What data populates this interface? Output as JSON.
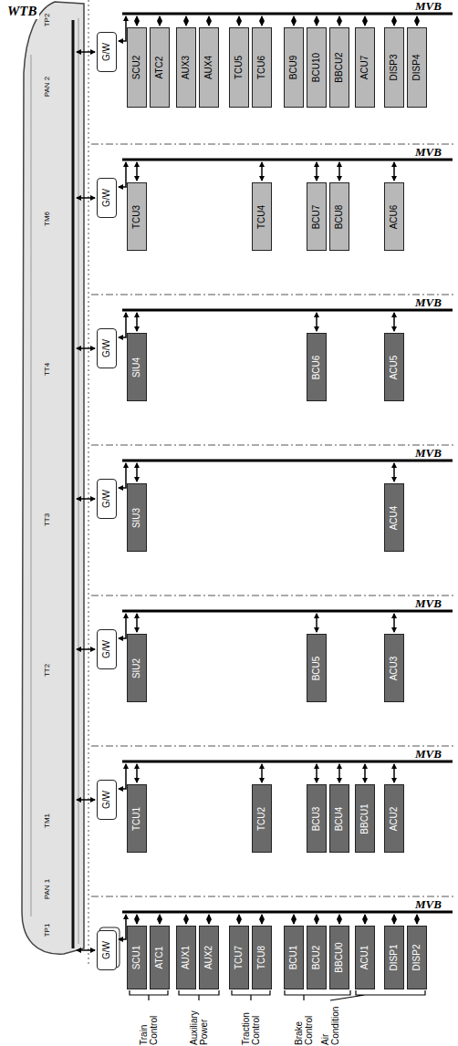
{
  "diagram": {
    "nodes": [
      {
        "text": [
          "G/W"
        ]
      },
      {
        "text": [
          "SCU2"
        ]
      },
      {
        "text": [
          "ATC2"
        ]
      },
      {
        "text": [
          "AUX3"
        ]
      },
      {
        "text": [
          "AUX4"
        ]
      },
      {
        "text": [
          "TCU5"
        ]
      },
      {
        "text": [
          "TCU6"
        ]
      },
      {
        "text": [
          "BCU9"
        ]
      },
      {
        "text": [
          "BCU10"
        ]
      },
      {
        "text": [
          "BBCU2"
        ]
      },
      {
        "text": [
          "ACU7"
        ]
      },
      {
        "text": [
          "DISP3"
        ]
      },
      {
        "text": [
          "DISP4"
        ]
      },
      {
        "text": [
          "G/W"
        ]
      },
      {
        "text": [
          "TCU3"
        ]
      },
      {
        "text": [
          "TCU4"
        ]
      },
      {
        "text": [
          "BCU7"
        ]
      },
      {
        "text": [
          "BCU8"
        ]
      },
      {
        "text": [
          "ACU6"
        ]
      },
      {
        "text": [
          "G/W"
        ]
      },
      {
        "text": [
          "SIU4"
        ]
      },
      {
        "text": [
          "BCU6"
        ]
      },
      {
        "text": [
          "ACU5"
        ]
      },
      {
        "text": [
          "G/W"
        ]
      },
      {
        "text": [
          "SIU3"
        ]
      },
      {
        "text": [
          "ACU4"
        ]
      },
      {
        "text": [
          "G/W"
        ]
      },
      {
        "text": [
          "SIU2"
        ]
      },
      {
        "text": [
          "BCU5"
        ]
      },
      {
        "text": [
          "ACU3"
        ]
      },
      {
        "text": [
          "G/W"
        ]
      },
      {
        "text": [
          "TCU1"
        ]
      },
      {
        "text": [
          "TCU2"
        ]
      },
      {
        "text": [
          "BCU3"
        ]
      },
      {
        "text": [
          "BCU4"
        ]
      },
      {
        "text": [
          "BBCU1"
        ]
      },
      {
        "text": [
          "ACU2"
        ]
      },
      {
        "text": [
          "G/W"
        ]
      },
      {
        "text": [
          "SCU1"
        ]
      },
      {
        "text": [
          "ATC1"
        ]
      },
      {
        "text": [
          "AUX1"
        ]
      },
      {
        "text": [
          "AUX2"
        ]
      },
      {
        "text": [
          "TCU7"
        ]
      },
      {
        "text": [
          "TCU8"
        ]
      },
      {
        "text": [
          "BCU1"
        ]
      },
      {
        "text": [
          "BCU2"
        ]
      },
      {
        "text": [
          "BBCU0"
        ]
      },
      {
        "text": [
          "ACU1"
        ]
      },
      {
        "text": [
          "DISP1"
        ]
      },
      {
        "text": [
          "DISP2"
        ]
      }
    ],
    "labels": [
      "WTB",
      "TP2",
      "PAN 2",
      "TM6",
      "TT4",
      "TT3",
      "TT2",
      "TM1",
      "PAN 1",
      "TP1",
      "MVB",
      "MVB",
      "MVB",
      "MVB",
      "MVB",
      "MVB",
      "MVB",
      "Train Control",
      "Auxiliary Power",
      "Traction Control",
      "Brake Control",
      "Air Condition"
    ]
  }
}
